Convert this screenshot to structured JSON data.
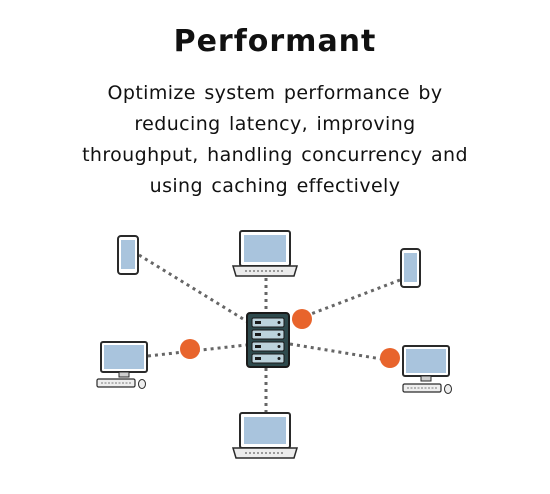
{
  "header": {
    "title": "Performant",
    "description_lines": [
      "Optimize system performance by",
      "reducing latency, improving",
      "throughput, handling concurrency and",
      "using caching effectively"
    ]
  },
  "diagram": {
    "center": {
      "name": "server-rack-icon"
    },
    "nodes": [
      {
        "name": "phone-icon",
        "kind": "phone",
        "cache_point": false
      },
      {
        "name": "laptop-icon",
        "kind": "laptop",
        "cache_point": false
      },
      {
        "name": "phone-icon",
        "kind": "phone",
        "cache_point": true
      },
      {
        "name": "desktop-icon",
        "kind": "desktop",
        "cache_point": true
      },
      {
        "name": "laptop-icon",
        "kind": "laptop",
        "cache_point": false
      },
      {
        "name": "desktop-icon",
        "kind": "desktop",
        "cache_point": true
      }
    ],
    "colors": {
      "cache_dot": "#e8642c",
      "screen": "#a9c4dd",
      "outline": "#2a2a2a",
      "server_body": "#2e4a4d",
      "connector": "#666666"
    }
  }
}
